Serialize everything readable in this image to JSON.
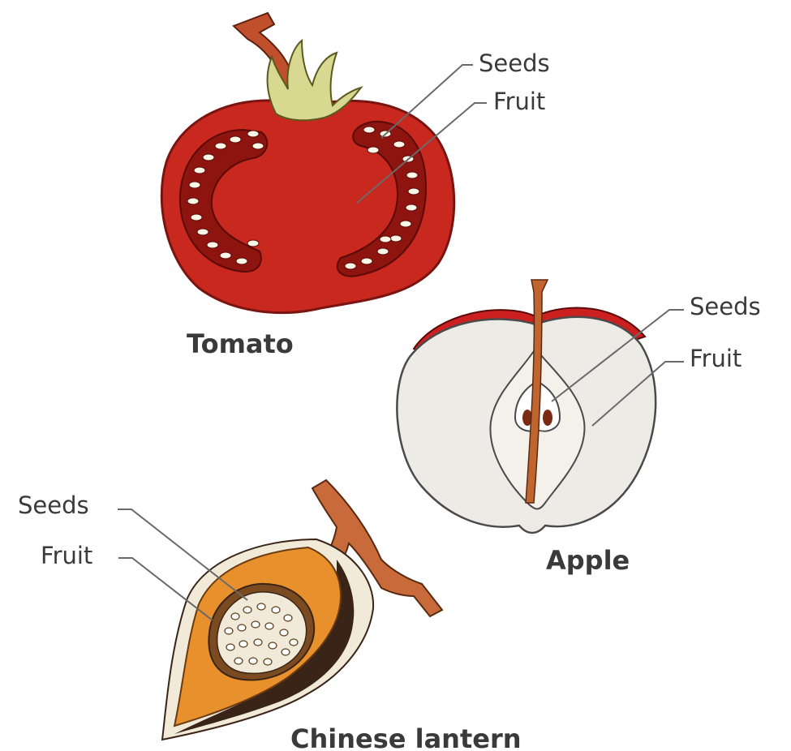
{
  "tomato": {
    "caption": "Tomato",
    "seeds_label": "Seeds",
    "fruit_label": "Fruit"
  },
  "apple": {
    "caption": "Apple",
    "seeds_label": "Seeds",
    "fruit_label": "Fruit"
  },
  "lantern": {
    "caption": "Chinese lantern",
    "seeds_label": "Seeds",
    "fruit_label": "Fruit"
  },
  "colors": {
    "tomato_flesh": "#c8281e",
    "tomato_outline": "#7a1410",
    "calyx": "#d8d890",
    "apple_skin": "#cc2020",
    "apple_flesh": "#ecebe6",
    "apple_stalk": "#c06430",
    "lantern_orange": "#e8902c",
    "lantern_dark": "#3a2418",
    "lantern_core": "#f2ead8",
    "stem_brown": "#c86a3a"
  }
}
